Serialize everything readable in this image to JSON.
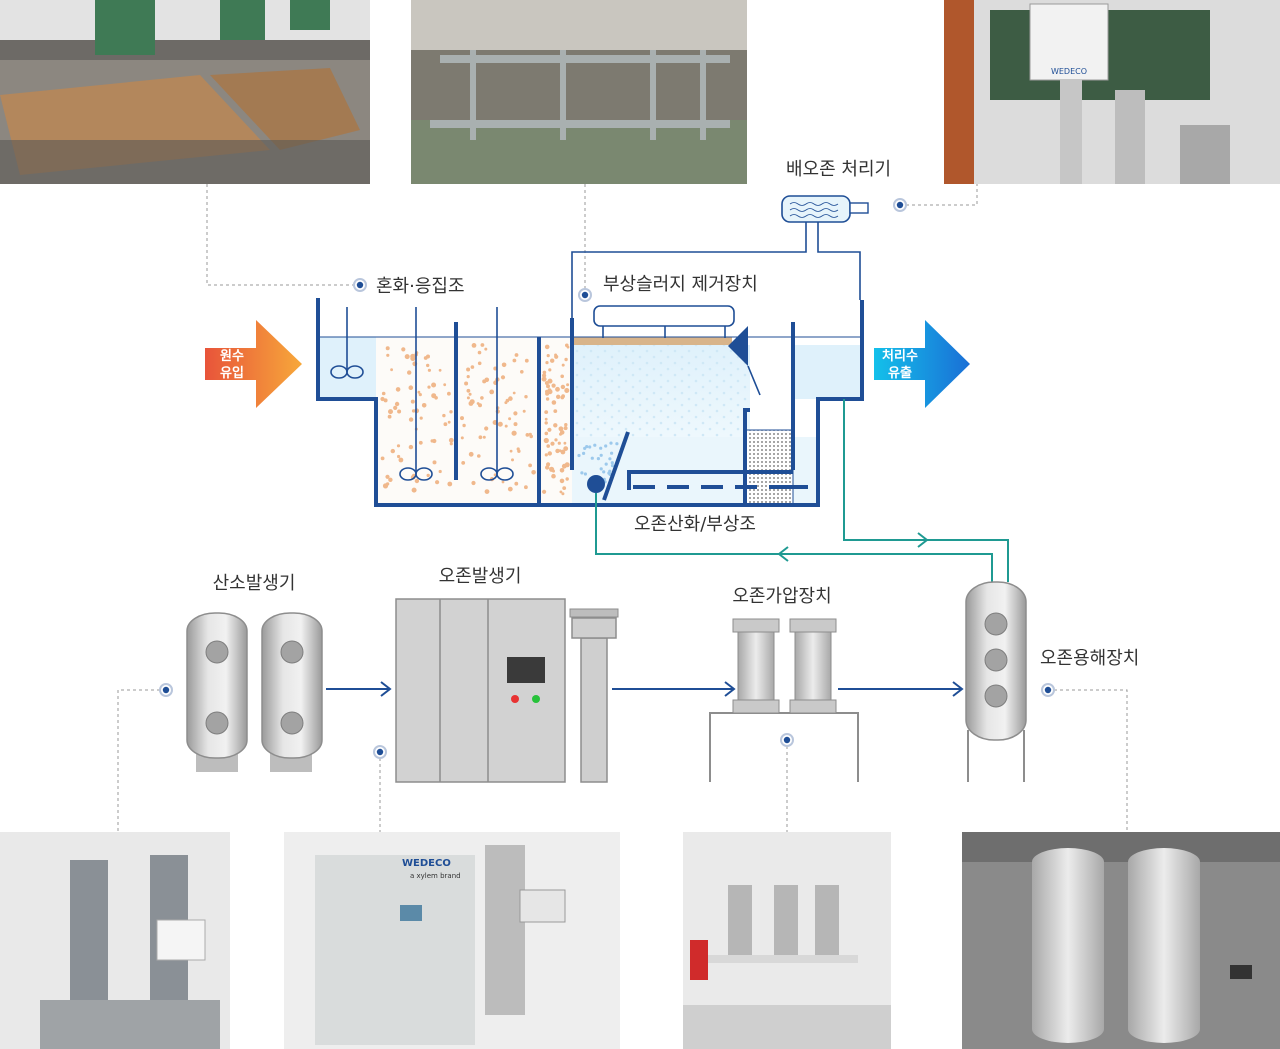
{
  "labels": {
    "mixing_tank": "혼화·응집조",
    "sludge_remover": "부상슬러지 제거장치",
    "ozone_off_gas": "배오존 처리기",
    "ozone_flotation_tank": "오존산화/부상조",
    "oxygen_generator": "산소발생기",
    "ozone_generator": "오존발생기",
    "ozone_booster": "오존가압장치",
    "ozone_dissolver": "오존용해장치"
  },
  "flow": {
    "inflow_line1": "원수",
    "inflow_line2": "유입",
    "outflow_line1": "처리수",
    "outflow_line2": "유출"
  },
  "brand": {
    "photo_panel_label": "WEDECO",
    "ozone_gen_label": "WEDECO",
    "ozone_gen_sublabel": "a xylem brand"
  },
  "colors": {
    "tank_outline": "#1f4e96",
    "inflow_start": "#e8543a",
    "inflow_end": "#f7a83a",
    "outflow_start": "#14a3e0",
    "outflow_end": "#1a6fd6",
    "pipe_teal": "#1f9a92",
    "pipe_blue": "#1f4e96",
    "equipment_gray": "#c8c8c8",
    "callout_dot": "#1f4e96"
  }
}
